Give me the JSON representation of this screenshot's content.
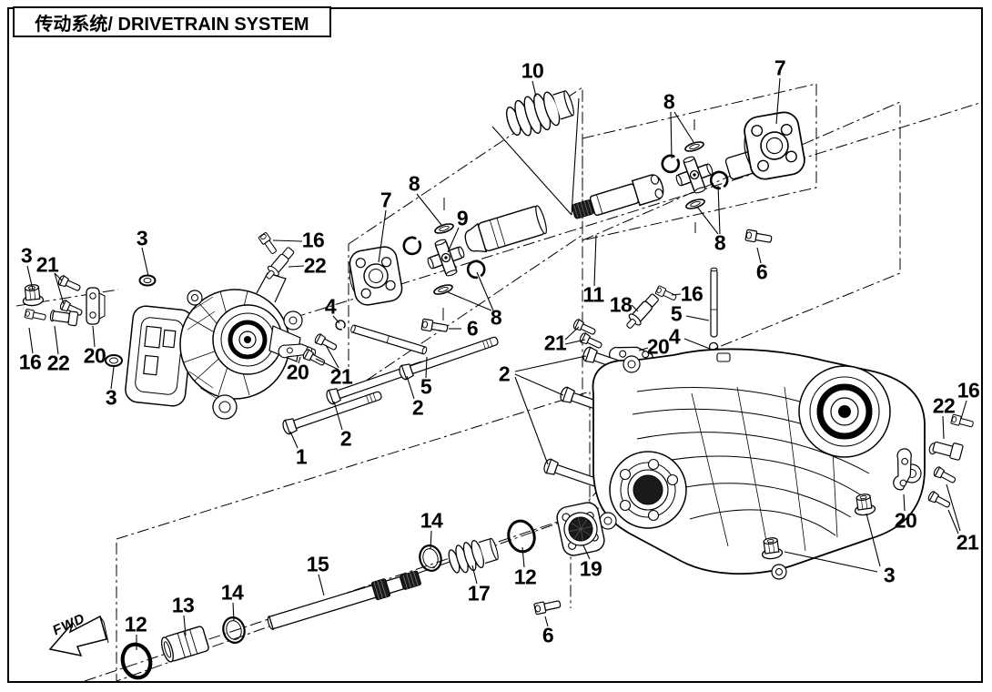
{
  "page": {
    "title": "传动系统/ DRIVETRAIN SYSTEM",
    "fwd_label": "FWD"
  },
  "colors": {
    "line": "#000000",
    "background": "#ffffff"
  },
  "callouts": [
    {
      "label": "3"
    },
    {
      "label": "3"
    },
    {
      "label": "21"
    },
    {
      "label": "16"
    },
    {
      "label": "22"
    },
    {
      "label": "20"
    },
    {
      "label": "3"
    },
    {
      "label": "16"
    },
    {
      "label": "22"
    },
    {
      "label": "7"
    },
    {
      "label": "8"
    },
    {
      "label": "9"
    },
    {
      "label": "10"
    },
    {
      "label": "7"
    },
    {
      "label": "8"
    },
    {
      "label": "8"
    },
    {
      "label": "6"
    },
    {
      "label": "11"
    },
    {
      "label": "18"
    },
    {
      "label": "16"
    },
    {
      "label": "5"
    },
    {
      "label": "4"
    },
    {
      "label": "21"
    },
    {
      "label": "20"
    },
    {
      "label": "4"
    },
    {
      "label": "6"
    },
    {
      "label": "8"
    },
    {
      "label": "20"
    },
    {
      "label": "21"
    },
    {
      "label": "5"
    },
    {
      "label": "2"
    },
    {
      "label": "2"
    },
    {
      "label": "1"
    },
    {
      "label": "2"
    },
    {
      "label": "12"
    },
    {
      "label": "13"
    },
    {
      "label": "14"
    },
    {
      "label": "15"
    },
    {
      "label": "14"
    },
    {
      "label": "17"
    },
    {
      "label": "12"
    },
    {
      "label": "19"
    },
    {
      "label": "6"
    },
    {
      "label": "3"
    },
    {
      "label": "20"
    },
    {
      "label": "21"
    },
    {
      "label": "22"
    },
    {
      "label": "16"
    }
  ]
}
